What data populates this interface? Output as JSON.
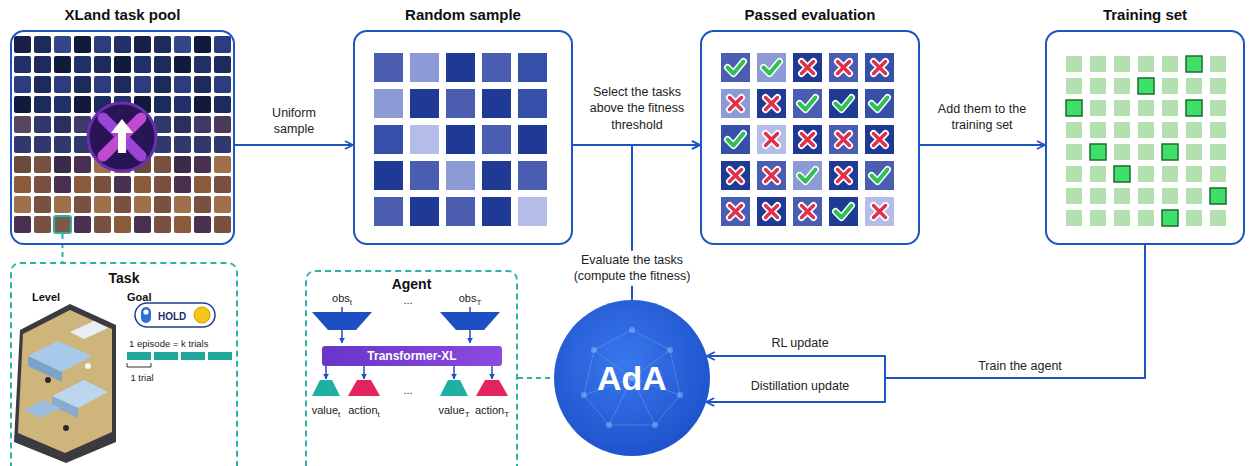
{
  "diagram": {
    "nodes": [
      {
        "text": [
          "XLand task pool"
        ]
      },
      {
        "text": [
          "Random sample"
        ]
      },
      {
        "text": [
          "Passed evaluation"
        ]
      },
      {
        "text": [
          "Training set"
        ]
      },
      {
        "text": [
          "Task",
          "Level",
          "Goal",
          "HOLD",
          "1 episode = k trials",
          "1 trial"
        ]
      },
      {
        "text": [
          "Agent"
        ]
      },
      {
        "text": [
          "Transformer-XL"
        ],
        "in": 5
      },
      {
        "text": [
          "AdA"
        ]
      }
    ],
    "edges": [
      {
        "from": 0,
        "to": 1,
        "label": "Uniform sample",
        "arrow": "to"
      },
      {
        "from": 1,
        "to": 2,
        "label": "Select the tasks above the fitness threshold",
        "arrow": "to"
      },
      {
        "from": 2,
        "to": 3,
        "label": "Add them to the training set",
        "arrow": "to"
      },
      {
        "from": 7,
        "to": 2,
        "label": "Evaluate the tasks (compute the fitness)",
        "arrow": "to"
      },
      {
        "from": 3,
        "to": 7,
        "label": "RL update",
        "arrow": "to"
      },
      {
        "from": 3,
        "to": 7,
        "label": "Distillation update",
        "arrow": "to"
      }
    ],
    "labels": [
      "Train the agent",
      "obs",
      "t",
      "...",
      "obs",
      "T",
      "value",
      "t",
      "action",
      "t",
      "...",
      "value",
      "T",
      "action",
      "T"
    ]
  }
}
